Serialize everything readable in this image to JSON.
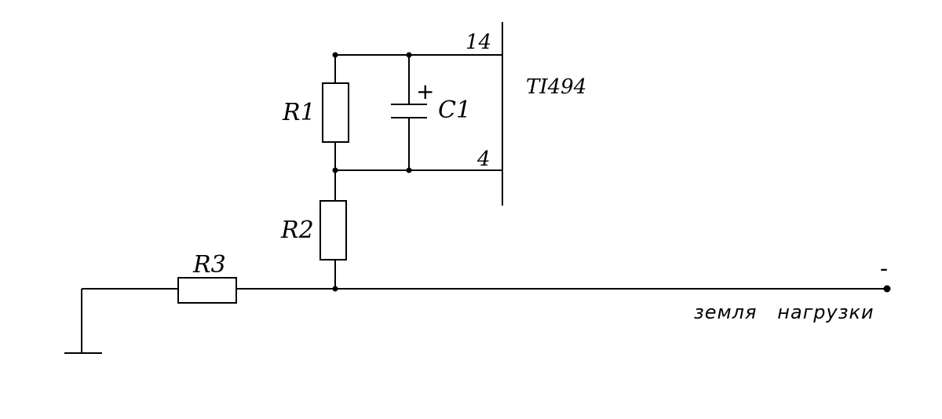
{
  "diagram": {
    "chip": {
      "name": "TI494",
      "pin_top": "14",
      "pin_bottom": "4"
    },
    "components": {
      "r1": "R1",
      "r2": "R2",
      "r3": "R3",
      "c1": "C1",
      "c1_polarity": "+"
    },
    "load": {
      "terminal_sign": "-",
      "caption": "земля   нагрузки"
    }
  }
}
